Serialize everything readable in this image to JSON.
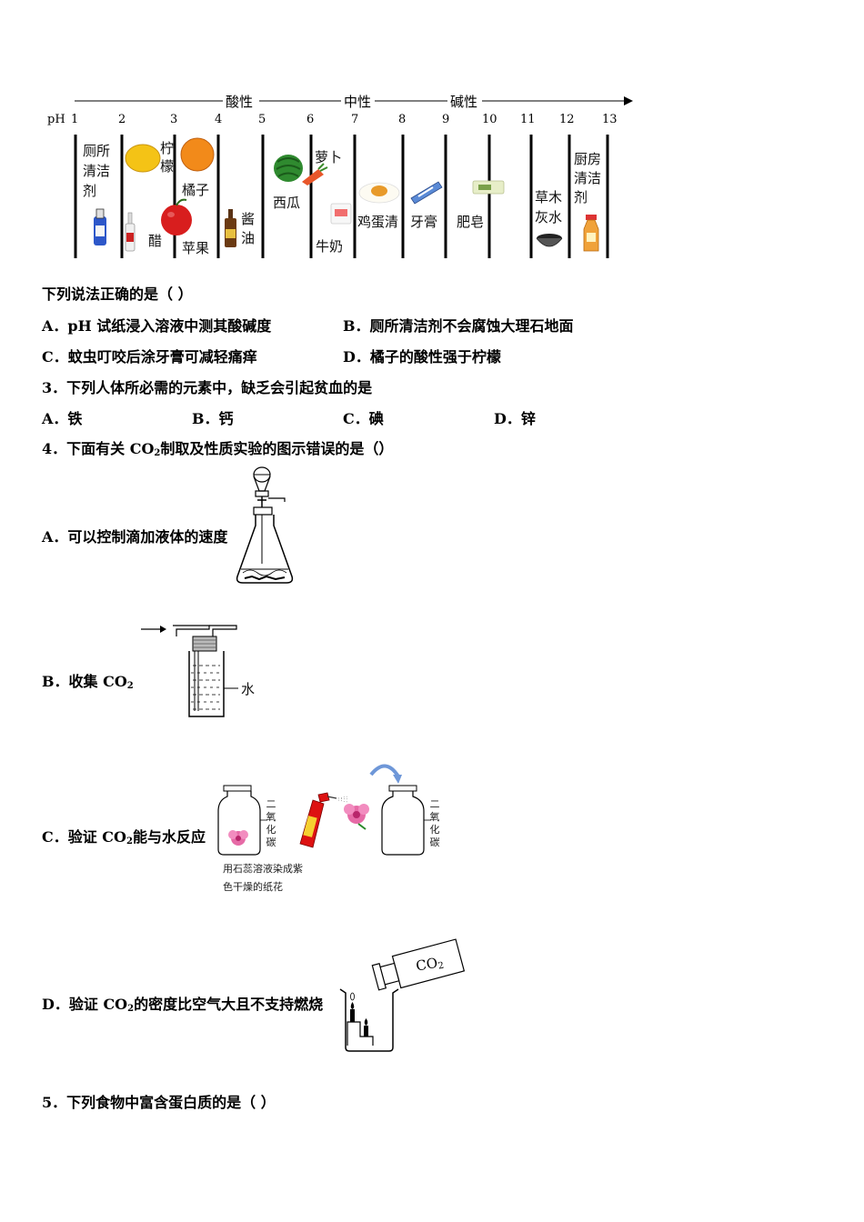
{
  "ph_chart": {
    "ph_label": "pH",
    "scale": [
      "1",
      "2",
      "3",
      "4",
      "5",
      "6",
      "7",
      "8",
      "9",
      "10",
      "11",
      "12",
      "13"
    ],
    "zones": {
      "acid": "酸性",
      "neutral": "中性",
      "base": "碱性"
    },
    "items": {
      "toilet_cleaner": [
        "厕所",
        "清洁",
        "剂"
      ],
      "vinegar": "醋",
      "lemon": [
        "柠",
        "檬"
      ],
      "orange": "橘子",
      "apple": "苹果",
      "soy_sauce": [
        "酱",
        "油"
      ],
      "watermelon": "西瓜",
      "radish": [
        "萝卜"
      ],
      "milk": "牛奶",
      "egg_white": "鸡蛋清",
      "toothpaste": "牙膏",
      "soap": "肥皂",
      "ash_water": [
        "草木",
        "灰水"
      ],
      "kitchen_cleaner": [
        "厨房",
        "清洁",
        "剂"
      ]
    }
  },
  "q2": {
    "stem": "下列说法正确的是（    ）",
    "A": "A．pH 试纸浸入溶液中测其酸碱度",
    "B": "B．厕所清洁剂不会腐蚀大理石地面",
    "C": "C．蚊虫叮咬后涂牙膏可减轻痛痒",
    "D": "D．橘子的酸性强于柠檬"
  },
  "q3": {
    "stem": "3．下列人体所必需的元素中，缺乏会引起贫血的是",
    "A": "A．铁",
    "B": "B．钙",
    "C": "C．碘",
    "D": "D．锌"
  },
  "q4": {
    "stem_pre": "4．下面有关 CO",
    "stem_sub": "2",
    "stem_post": "制取及性质实验的图示错误的是（）",
    "A": "A．可以控制滴加液体的速度",
    "B_pre": "B．收集 CO",
    "B_sub": "2",
    "B_water": "水",
    "C_pre": "C．验证 CO",
    "C_sub": "2",
    "C_post": "能与水反应",
    "C_jar_label": [
      "二",
      "氧",
      "化",
      "碳"
    ],
    "C_caption": [
      "用石蕊溶液染成紫",
      "色干燥的纸花"
    ],
    "D_pre": "D．验证 CO",
    "D_sub": "2",
    "D_post": "的密度比空气大且不支持燃烧",
    "D_bottle_pre": "CO",
    "D_bottle_sub": "2"
  },
  "q5": {
    "stem": "5．下列食物中富含蛋白质的是（ ）"
  }
}
